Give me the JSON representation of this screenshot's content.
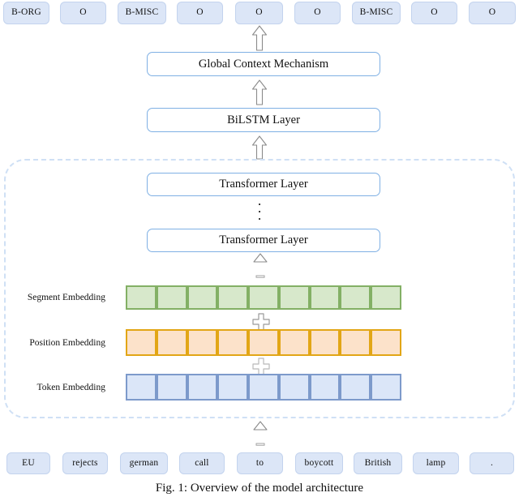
{
  "figure": {
    "caption": "Fig. 1: Overview of the model architecture"
  },
  "colors": {
    "tag_fill": "#dce6f7",
    "tag_border": "#c3d3ee",
    "layer_border": "#7fb0e4",
    "layer_fill": "#ffffff",
    "dashed_border": "#cfe0f5",
    "segment_fill": "#d7e8cb",
    "segment_border": "#83b065",
    "position_fill": "#fce2ca",
    "position_border": "#e2a616",
    "token_fill": "#dbe6f8",
    "token_border": "#7d9acb",
    "arrow_outline": "#8a8a8a"
  },
  "output_tags": [
    {
      "label": "B-ORG"
    },
    {
      "label": "O"
    },
    {
      "label": "B-MISC"
    },
    {
      "label": "O"
    },
    {
      "label": "O"
    },
    {
      "label": "O"
    },
    {
      "label": "B-MISC"
    },
    {
      "label": "O"
    },
    {
      "label": "O"
    }
  ],
  "layers": {
    "global_context": "Global Context Mechanism",
    "bilstm": "BiLSTM Layer",
    "transformer_top": "Transformer Layer",
    "transformer_bottom": "Transformer Layer",
    "vertical_dots": "·"
  },
  "embeddings": {
    "cell_count": 9,
    "rows": [
      {
        "label": "Segment Embedding",
        "style": "green"
      },
      {
        "label": "Position Embedding",
        "style": "orange"
      },
      {
        "label": "Token Embedding",
        "style": "blue"
      }
    ],
    "operators": [
      {
        "symbol": "plus"
      },
      {
        "symbol": "plus"
      }
    ]
  },
  "input_tokens": [
    {
      "label": "EU"
    },
    {
      "label": "rejects"
    },
    {
      "label": "german"
    },
    {
      "label": "call"
    },
    {
      "label": "to"
    },
    {
      "label": "boycott"
    },
    {
      "label": "British"
    },
    {
      "label": "lamp"
    },
    {
      "label": "."
    }
  ],
  "arrows": [
    {
      "name": "arrow-tags-to-global-context"
    },
    {
      "name": "arrow-global-context-to-bilstm"
    },
    {
      "name": "arrow-bilstm-to-transformer-stack"
    },
    {
      "name": "arrow-transformer-to-embeddings"
    },
    {
      "name": "arrow-tokens-to-embeddings"
    }
  ]
}
